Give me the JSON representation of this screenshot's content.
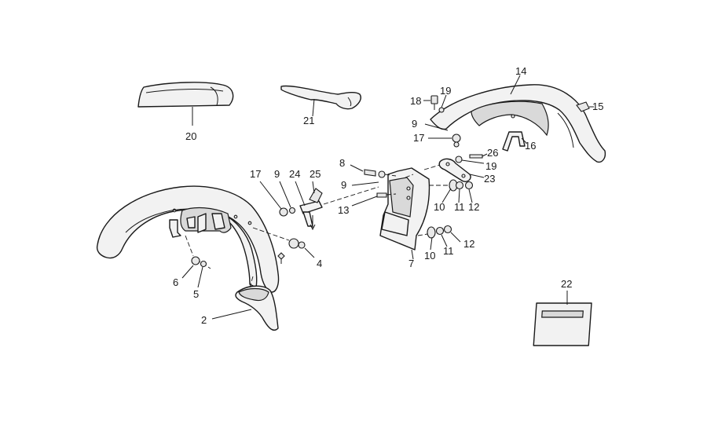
{
  "callouts": [
    "2",
    "4",
    "5",
    "6",
    "7",
    "8",
    "9",
    "9",
    "9",
    "10",
    "10",
    "11",
    "11",
    "12",
    "12",
    "13",
    "14",
    "15",
    "16",
    "17",
    "17",
    "18",
    "19",
    "19",
    "20",
    "21",
    "22",
    "23",
    "24",
    "25",
    "26"
  ],
  "label_22_plate": {
    "line1": "",
    "line2": ""
  }
}
